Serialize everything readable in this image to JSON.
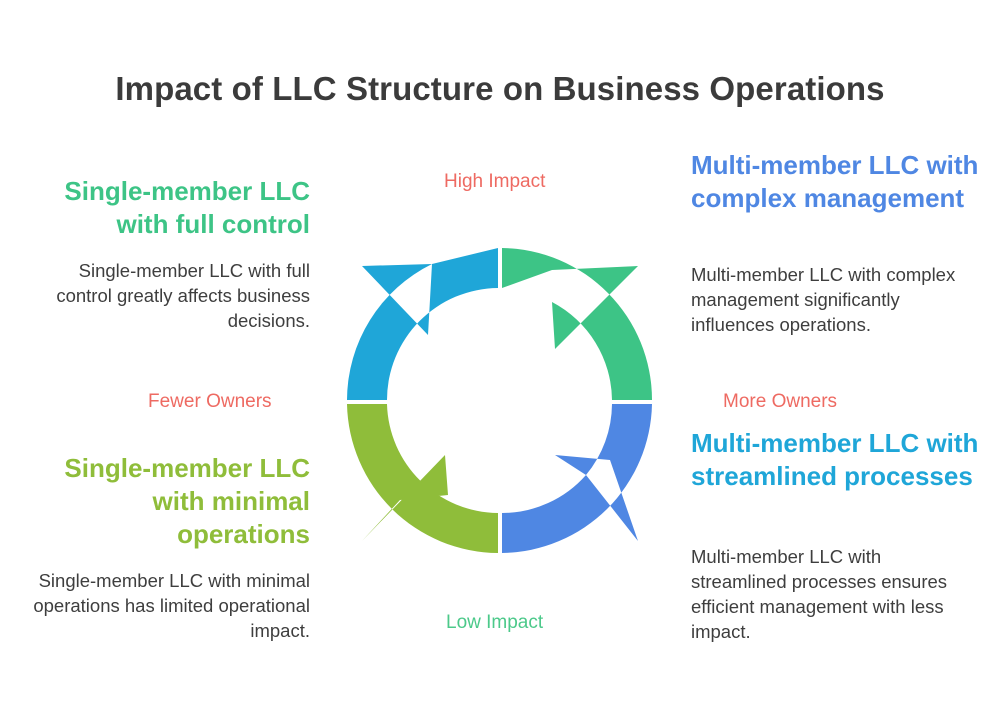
{
  "title": "Impact of LLC Structure on Business Operations",
  "axes": {
    "top": "High Impact",
    "bottom": "Low Impact",
    "left": "Fewer Owners",
    "right": "More Owners"
  },
  "quadrants": {
    "top_left": {
      "heading": "Single-member LLC with full control",
      "body": "Single-member LLC with full control greatly affects business decisions.",
      "color": "#3dc486"
    },
    "top_right": {
      "heading": "Multi-member LLC with complex management",
      "body": "Multi-member LLC with complex management significantly influences operations.",
      "color": "#4f87e3"
    },
    "bottom_left": {
      "heading": "Single-member LLC with minimal operations",
      "body": "Single-member LLC with minimal operations has limited operational impact.",
      "color": "#8fbd3a"
    },
    "bottom_right": {
      "heading": "Multi-member LLC with streamlined processes",
      "body": "Multi-member LLC with streamlined processes ensures efficient management with less impact.",
      "color": "#1fa6d8"
    }
  },
  "cycle_colors": {
    "top_left_segment": "#1fa6d8",
    "top_right_segment": "#3dc486",
    "bottom_right_segment": "#4f87e3",
    "bottom_left_segment": "#8fbd3a"
  }
}
